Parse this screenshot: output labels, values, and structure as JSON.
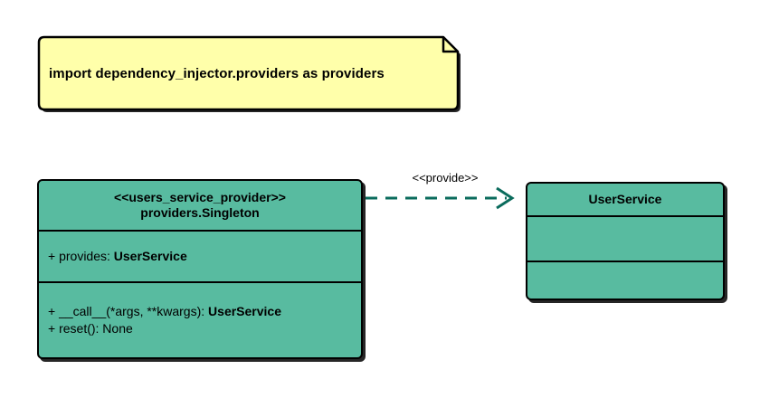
{
  "diagram": {
    "type": "uml-class-diagram",
    "background_color": "#ffffff",
    "note": {
      "text": "import dependency_injector.providers as providers",
      "fill_color": "#ffffaa",
      "border_color": "#000000",
      "icon": "note-folded-corner"
    },
    "classes": [
      {
        "id": "provider",
        "stereotype": "<<users_service_provider>>",
        "name": "providers.Singleton",
        "fill_color": "#58bba0",
        "border_color": "#000000",
        "attributes": [
          {
            "visibility": "+",
            "text": "provides: ",
            "type": "UserService"
          }
        ],
        "methods": [
          {
            "visibility": "+",
            "text": "__call__(*args, **kwargs): ",
            "type": "UserService"
          },
          {
            "visibility": "+",
            "text": "reset(): None",
            "type": ""
          }
        ]
      },
      {
        "id": "service",
        "stereotype": "",
        "name": "UserService",
        "fill_color": "#58bba0",
        "border_color": "#000000",
        "attributes": [],
        "methods": []
      }
    ],
    "relationships": [
      {
        "id": "provide",
        "label": "<<provide>>",
        "from": "provider",
        "to": "service",
        "style": "dashed",
        "arrowhead": "open",
        "line_color": "#0a6b5c"
      }
    ]
  }
}
